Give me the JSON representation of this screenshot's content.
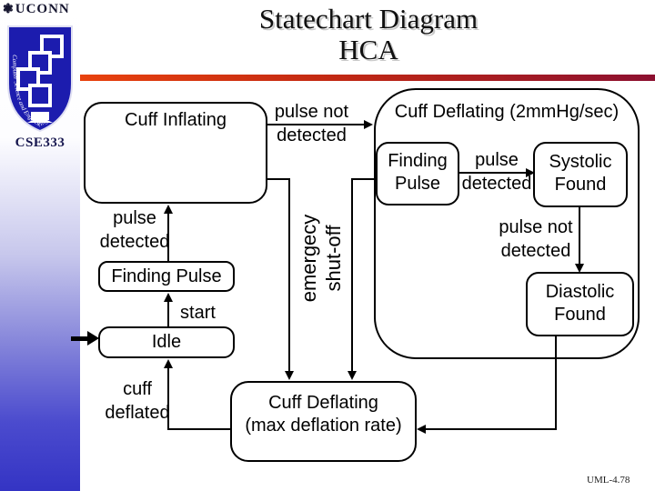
{
  "slide": {
    "title_line1": "Statechart Diagram",
    "title_line2": "HCA",
    "footer": "UML-4.78"
  },
  "branding": {
    "uconn_wordmark": "UCONN",
    "leaf_glyph": "❃",
    "shield_text": "Computer Science and Engineering",
    "course": "CSE333"
  },
  "colors": {
    "accent_bar_left": "#e8420e",
    "accent_bar_right": "#8c1030",
    "banner_blue": "#3434c4",
    "shield_blue": "#1c1cae",
    "diagram_line": "#000000"
  },
  "diagram": {
    "states": {
      "cuff_inflating": {
        "label": "Cuff Inflating"
      },
      "cuff_deflating_slow": {
        "label": "Cuff Deflating (2mmHg/sec)"
      },
      "finding_pulse_inner": {
        "line1": "Finding",
        "line2": "Pulse"
      },
      "systolic_found": {
        "line1": "Systolic",
        "line2": "Found"
      },
      "diastolic_found": {
        "line1": "Diastolic",
        "line2": "Found"
      },
      "finding_pulse": {
        "label": "Finding Pulse"
      },
      "idle": {
        "label": "Idle"
      },
      "cuff_deflating_max": {
        "line1": "Cuff Deflating",
        "line2": "(max deflation rate)"
      }
    },
    "labels": {
      "pulse_not_detected_top": {
        "line1": "pulse not",
        "line2": "detected"
      },
      "pulse_detected_left": {
        "line1": "pulse",
        "line2": "detected"
      },
      "start": "start",
      "emergency_shutoff": {
        "line1": "emergecy",
        "line2": "shut-off"
      },
      "pulse_detected_inner": {
        "line1": "pulse",
        "line2": "detected"
      },
      "pulse_not_detected_right": {
        "line1": "pulse not",
        "line2": "detected"
      },
      "cuff_deflated": {
        "line1": "cuff",
        "line2": "deflated"
      }
    }
  }
}
